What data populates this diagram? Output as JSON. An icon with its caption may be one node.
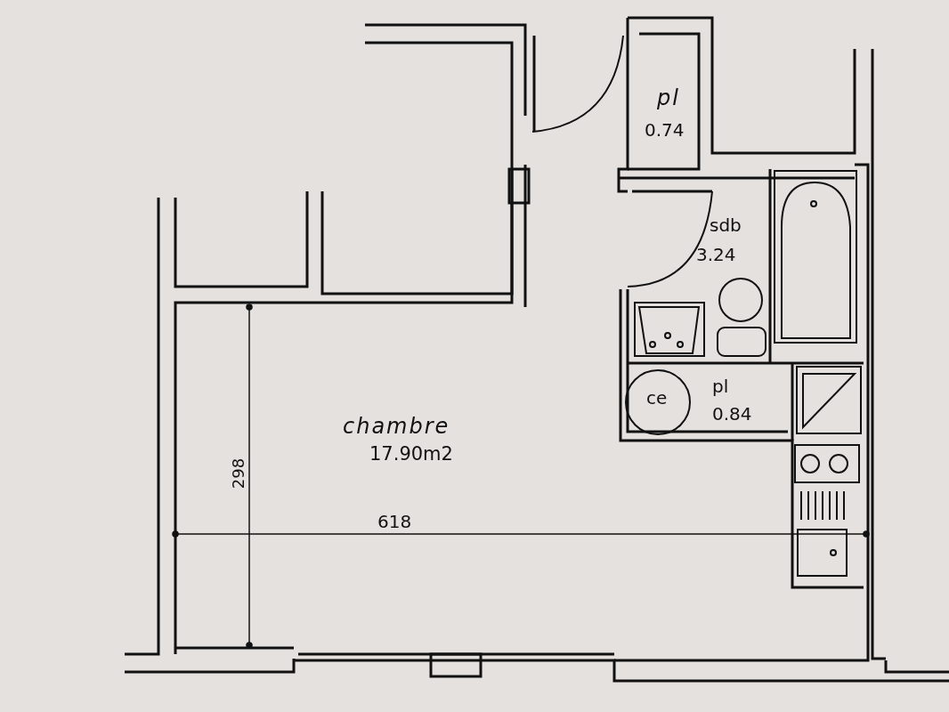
{
  "diagram": {
    "labels": [
      "pl",
      "0.74",
      "sdb",
      "3.24",
      "ce",
      "pl",
      "0.84",
      "chambre",
      "17.90m2",
      "298",
      "618"
    ]
  }
}
